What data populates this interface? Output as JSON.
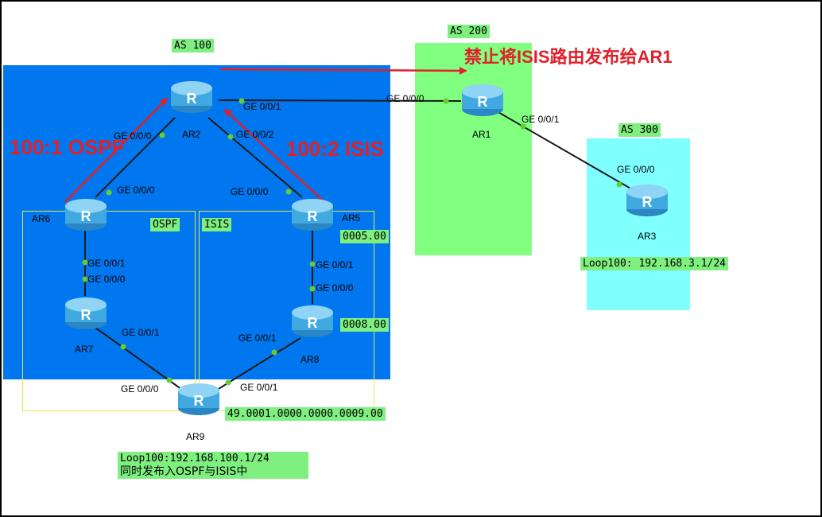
{
  "as_labels": {
    "as100": "AS 100",
    "as200": "AS 200",
    "as300": "AS 300"
  },
  "area_labels": {
    "ospf": "OSPF",
    "isis": "ISIS"
  },
  "annotations": {
    "title_red": "禁止将ISIS路由发布给AR1",
    "ospf_tag": "100:1 OSPF",
    "isis_tag": "100:2 ISIS"
  },
  "routers": {
    "ar1": "AR1",
    "ar2": "AR2",
    "ar3": "AR3",
    "ar5": "AR5",
    "ar6": "AR6",
    "ar7": "AR7",
    "ar8": "AR8",
    "ar9": "AR9"
  },
  "interfaces": {
    "ar2_ge000": "GE 0/0/0",
    "ar2_ge001": "GE 0/0/1",
    "ar2_ge002": "GE 0/0/2",
    "ar1_ge000": "GE 0/0/0",
    "ar1_ge001": "GE 0/0/1",
    "ar3_ge000": "GE 0/0/0",
    "ar6_ge000": "GE 0/0/0",
    "ar6_ge001": "GE 0/0/1",
    "ar7_ge000": "GE 0/0/0",
    "ar7_ge001": "GE 0/0/1",
    "ar5_ge000": "GE 0/0/0",
    "ar5_ge001": "GE 0/0/1",
    "ar8_ge000": "GE 0/0/0",
    "ar8_ge001": "GE 0/0/1",
    "ar9_ge000": "GE 0/0/0",
    "ar9_ge001": "GE 0/0/1"
  },
  "tags": {
    "ar5_area": "0005.00",
    "ar8_area": "0008.00",
    "ar9_net": "49.0001.0000.0000.0009.00",
    "ar3_loop": "Loop100: 192.168.3.1/24",
    "ar9_loop_line1": "Loop100:192.168.100.1/24",
    "ar9_loop_line2": "同时发布入OSPF与ISIS中"
  },
  "colors": {
    "as100": "#0077ee",
    "as200": "#80ff80",
    "as300": "#80ffff",
    "link": "#1a1a1a",
    "port_dot": "#66cc33",
    "arrow": "#e0202a",
    "area_border": "#e6e64a",
    "router": "#3fa9e0"
  }
}
